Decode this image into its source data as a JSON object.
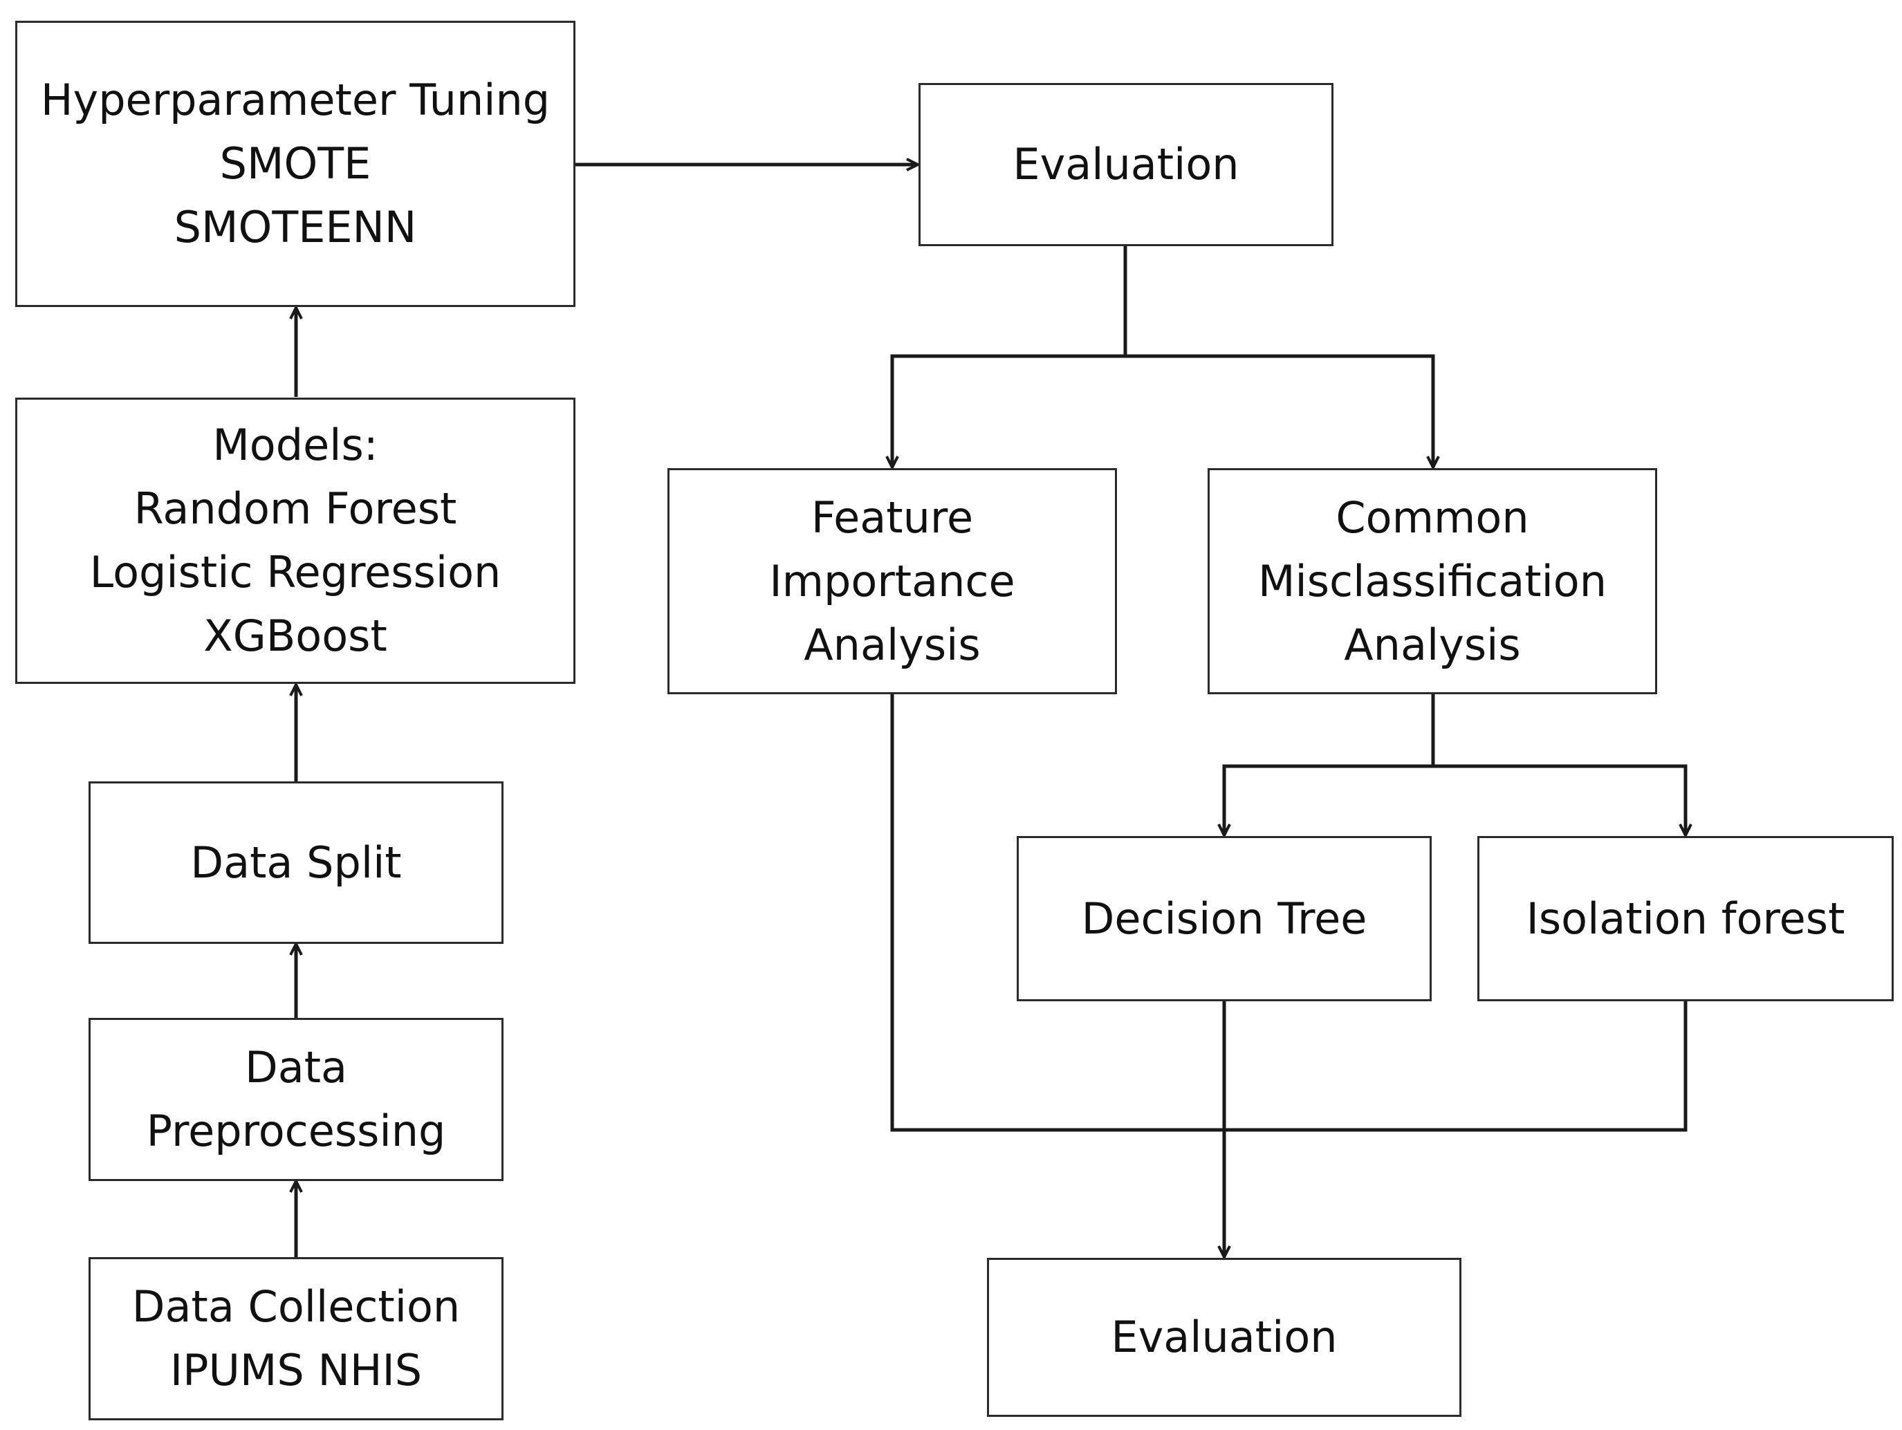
{
  "diagram": {
    "nodes": {
      "hyperparameter_tuning": "Hyperparameter Tuning\nSMOTE\nSMOTEENN",
      "evaluation_top": "Evaluation",
      "models": "Models:\nRandom Forest\nLogistic Regression\nXGBoost",
      "feature_importance": "Feature\nImportance\nAnalysis",
      "misclassification": "Common\nMisclassification\nAnalysis",
      "data_split": "Data Split",
      "decision_tree": "Decision Tree",
      "isolation_forest": "Isolation forest",
      "data_preprocessing": "Data\nPreprocessing",
      "data_collection": "Data Collection\nIPUMS NHIS",
      "evaluation_bottom": "Evaluation"
    },
    "edges": [
      {
        "from": "data_collection",
        "to": "data_preprocessing"
      },
      {
        "from": "data_preprocessing",
        "to": "data_split"
      },
      {
        "from": "data_split",
        "to": "models"
      },
      {
        "from": "models",
        "to": "hyperparameter_tuning"
      },
      {
        "from": "hyperparameter_tuning",
        "to": "evaluation_top"
      },
      {
        "from": "evaluation_top",
        "to": "feature_importance"
      },
      {
        "from": "evaluation_top",
        "to": "misclassification"
      },
      {
        "from": "misclassification",
        "to": "decision_tree"
      },
      {
        "from": "misclassification",
        "to": "isolation_forest"
      },
      {
        "from": "feature_importance",
        "to": "evaluation_bottom"
      },
      {
        "from": "decision_tree",
        "to": "evaluation_bottom"
      },
      {
        "from": "isolation_forest",
        "to": "evaluation_bottom"
      }
    ],
    "colors": {
      "line": "#1a1a1a",
      "box_border": "#2b2b2b",
      "background": "#ffffff",
      "text": "#111111"
    }
  }
}
